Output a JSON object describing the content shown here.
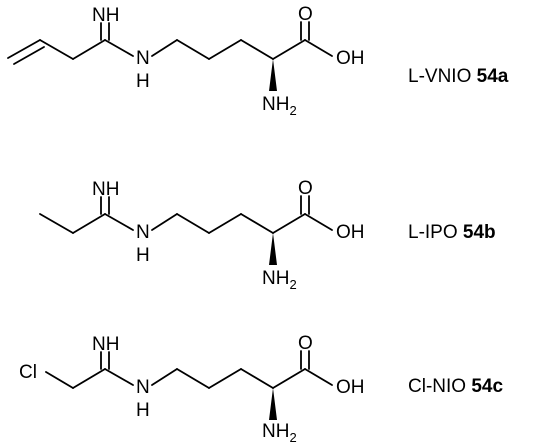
{
  "atoms": {
    "imine": "NH",
    "amide_n": "N",
    "amide_h": "H",
    "carbonyl_o": "O",
    "hydroxyl": "OH",
    "amine_n": "NH",
    "amine_sub": "2",
    "chlorine": "Cl"
  },
  "compounds": [
    {
      "name": "L-VNIO",
      "number": "54a"
    },
    {
      "name": "L-IPO",
      "number": "54b"
    },
    {
      "name": "Cl-NIO",
      "number": "54c"
    }
  ]
}
